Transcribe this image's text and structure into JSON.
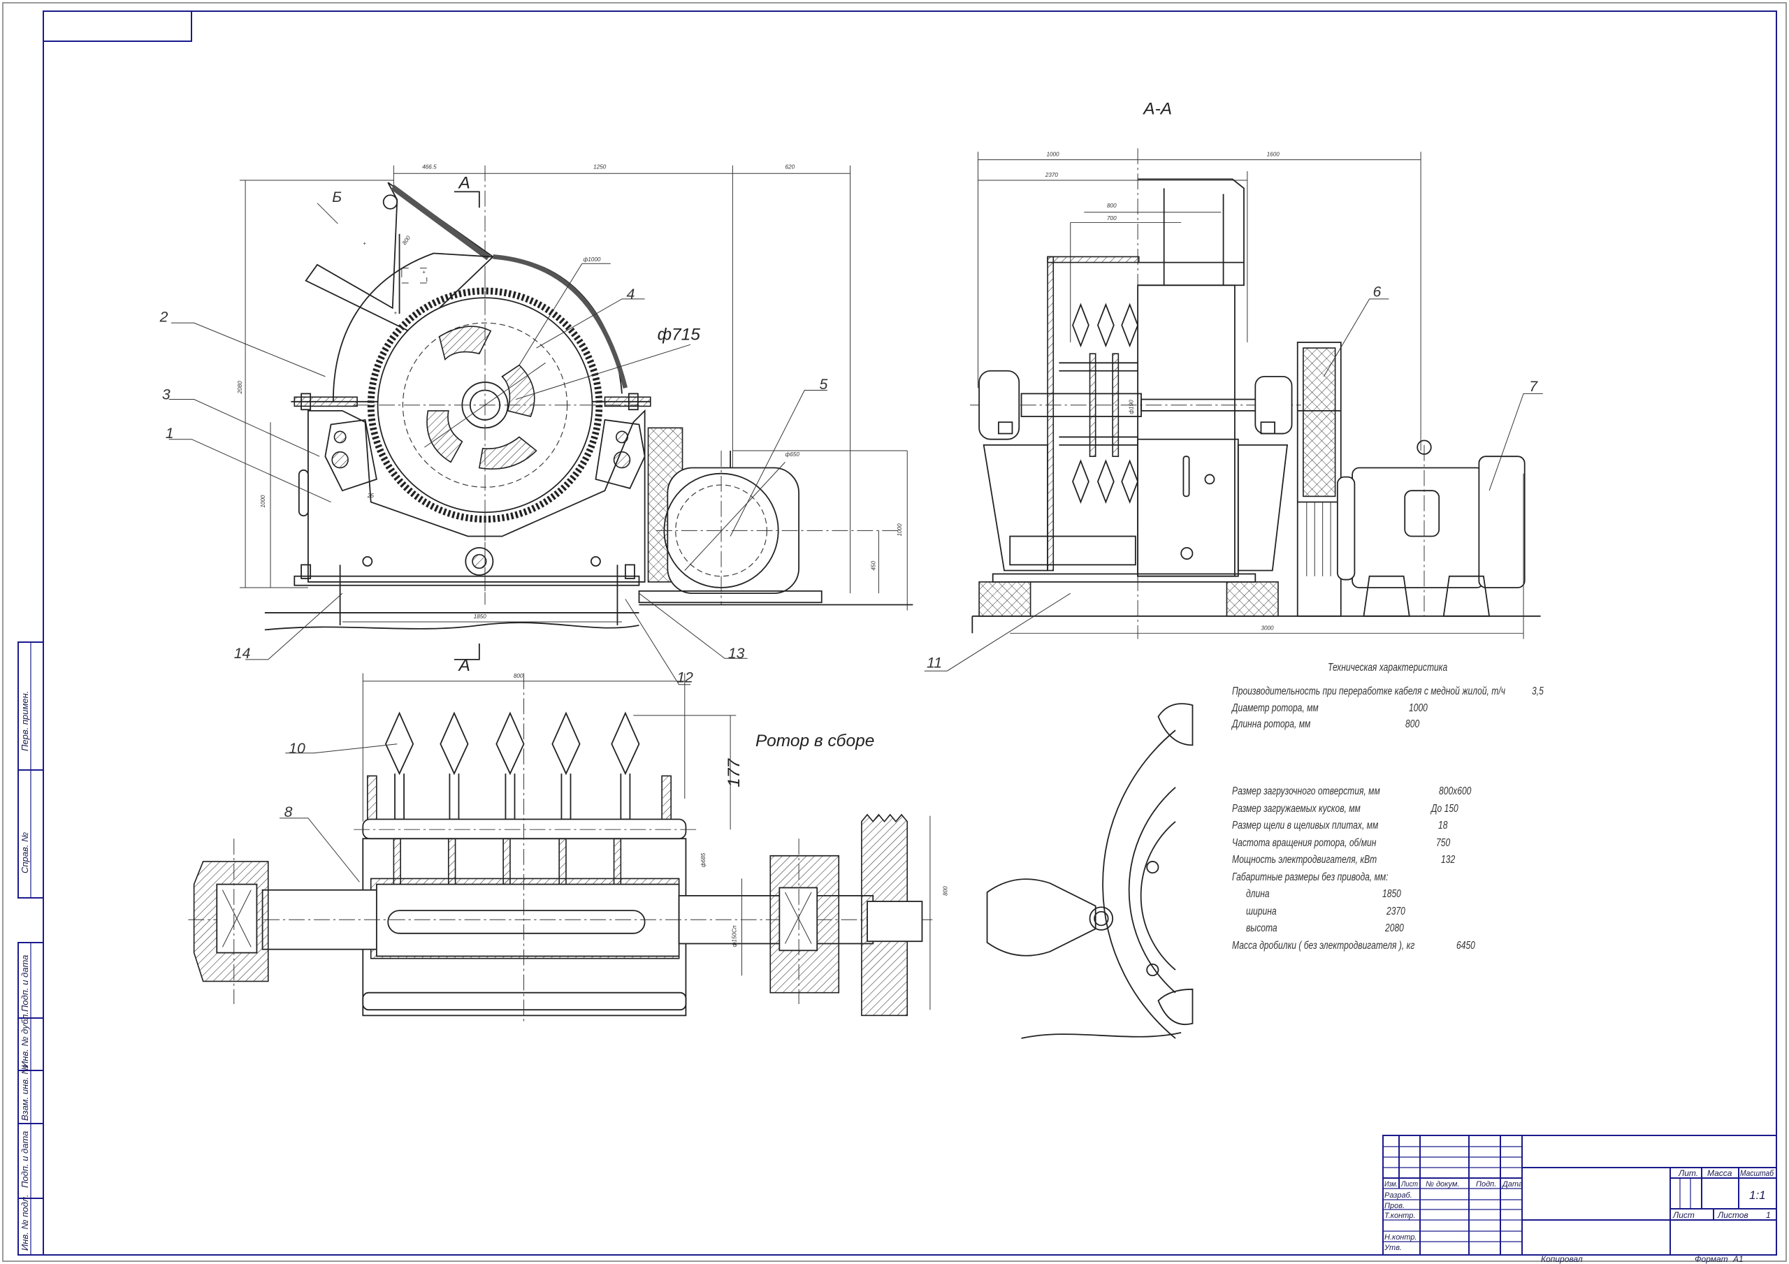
{
  "front_view": {
    "section_marker": "А",
    "view_marker": "Б",
    "dimensions": {
      "d1": "466.5",
      "d2": "1250",
      "d3": "620",
      "height_total": "2080",
      "height_base": "1000",
      "width_base": "1850",
      "hopper": "800",
      "rotor_dia": "ф1000",
      "rotor_outer": "ф715",
      "gap": "25",
      "motor_dia": "ф650",
      "motor_h": "450",
      "motor_total_h": "1000"
    },
    "callouts": [
      "1",
      "2",
      "3",
      "4",
      "5",
      "12",
      "13",
      "14"
    ]
  },
  "section_view": {
    "title": "А-А",
    "dimensions": {
      "d1000": "1000",
      "d1600": "1600",
      "d2370": "2370",
      "d800": "800",
      "d700": "700",
      "shaft": "ф190",
      "d3000": "3000"
    },
    "callouts": [
      "6",
      "7",
      "11"
    ]
  },
  "rotor_view": {
    "title": "Ротор в сборе",
    "dimensions": {
      "length": "800",
      "hammer": "177",
      "dia685": "ф685",
      "dia150": "ф150Сп",
      "pulley": "800"
    },
    "callouts": [
      "8",
      "10"
    ]
  },
  "tech_spec": {
    "title": "Техническая  характеристика",
    "rows": [
      {
        "label": "Производительность при переработке кабеля с медной жилой, т/ч",
        "value": "3,5"
      },
      {
        "label": "Диаметр ротора, мм",
        "value": "1000"
      },
      {
        "label": "Длинна ротора, мм",
        "value": "800"
      },
      {
        "label": "Размер загрузочного отверстия, мм",
        "value": "800х600"
      },
      {
        "label": "Размер загружаемых кусков, мм",
        "value": "До 150"
      },
      {
        "label": "Размер щели в щеливых плитах, мм",
        "value": "18"
      },
      {
        "label": "Частота вращения ротора, об/мин",
        "value": "750"
      },
      {
        "label": "Мощность электродвигателя, кВт",
        "value": "132"
      },
      {
        "label": "Габаритные размеры без привода, мм:",
        "value": ""
      },
      {
        "label": "длина",
        "value": "1850"
      },
      {
        "label": "ширина",
        "value": "2370"
      },
      {
        "label": "высота",
        "value": "2080"
      },
      {
        "label": "Масса дробилки ( без электродвигателя ), кг",
        "value": "6450"
      }
    ]
  },
  "title_block": {
    "headers": {
      "izm": "Изм.",
      "list": "Лист",
      "doc": "№ докум.",
      "sign": "Подп.",
      "date": "Дата"
    },
    "roles": [
      "Разраб.",
      "Пров.",
      "Т.контр.",
      "Н.контр.",
      "Утв."
    ],
    "lit": "Лит.",
    "mass": "Масса",
    "scale_label": "Масштаб",
    "scale": "1:1",
    "sheet": "Лист",
    "sheets": "Листов",
    "sheets_count": "1",
    "copied": "Копировал",
    "format_label": "Формат",
    "format": "А1"
  },
  "side_stamps": [
    "Перв. примен.",
    "Справ. №",
    "Подп. и дата",
    "Инв. № дубл.",
    "Взам. инв. №",
    "Подп. и дата",
    "Инв. № подл."
  ]
}
